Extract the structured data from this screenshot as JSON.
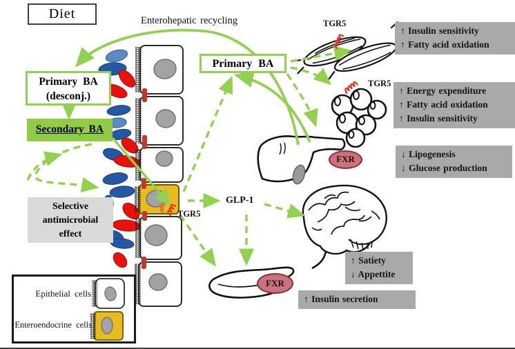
{
  "labels": {
    "diet": "Diet",
    "enterohepatic_recycling": "Enterohepatic recycling",
    "primary_ba_deconj": [
      "Primary BA",
      "(desconj.)"
    ],
    "secondary_ba": "Secondary BA",
    "selective_antimicrobial": [
      "Selective",
      "antimicrobial",
      "effect"
    ],
    "primary_ba": "Primary BA",
    "glp1": "GLP-1"
  },
  "receptors": {
    "tgr5_muscle": "TGR5",
    "tgr5_adipose": "TGR5",
    "tgr5_intestine": "TGR5",
    "fxr_liver": "FXR",
    "fxr_pancreas": "FXR"
  },
  "effects": {
    "muscle": [
      "↑ Insulin sensitivity",
      "↑ Fatty acid oxidation"
    ],
    "adipose": [
      "↑ Energy expenditure",
      "↑ Fatty acid oxidation",
      "↑ Insulin sensitivity"
    ],
    "liver": [
      "↓ Lipogenesis",
      "↓ Glucose production"
    ],
    "brain": [
      "↑ Satiety",
      "↓ Appettite"
    ],
    "pancreas": [
      "↑ Insulin secretion"
    ]
  },
  "legend": {
    "epithelial": "Epithelial cells",
    "enteroendocrine": "Enteroendocrine cells"
  },
  "colors": {
    "arrow_green": "#92D050",
    "secondary_ba_fill": "#8FCB44",
    "effect_box_gray": "#A9A9A9",
    "selective_box_gray": "#D9D9D9",
    "bacteria_red": "#E8120C",
    "bacteria_blue_dark": "#2458A6",
    "bacteria_blue_light": "#5B8AC5",
    "enteroendocrine_yellow": "#E6BC1E",
    "tight_junction_red": "#C0392B",
    "fxr_fill": "#C8737D",
    "fxr_border": "#8F2B34"
  }
}
